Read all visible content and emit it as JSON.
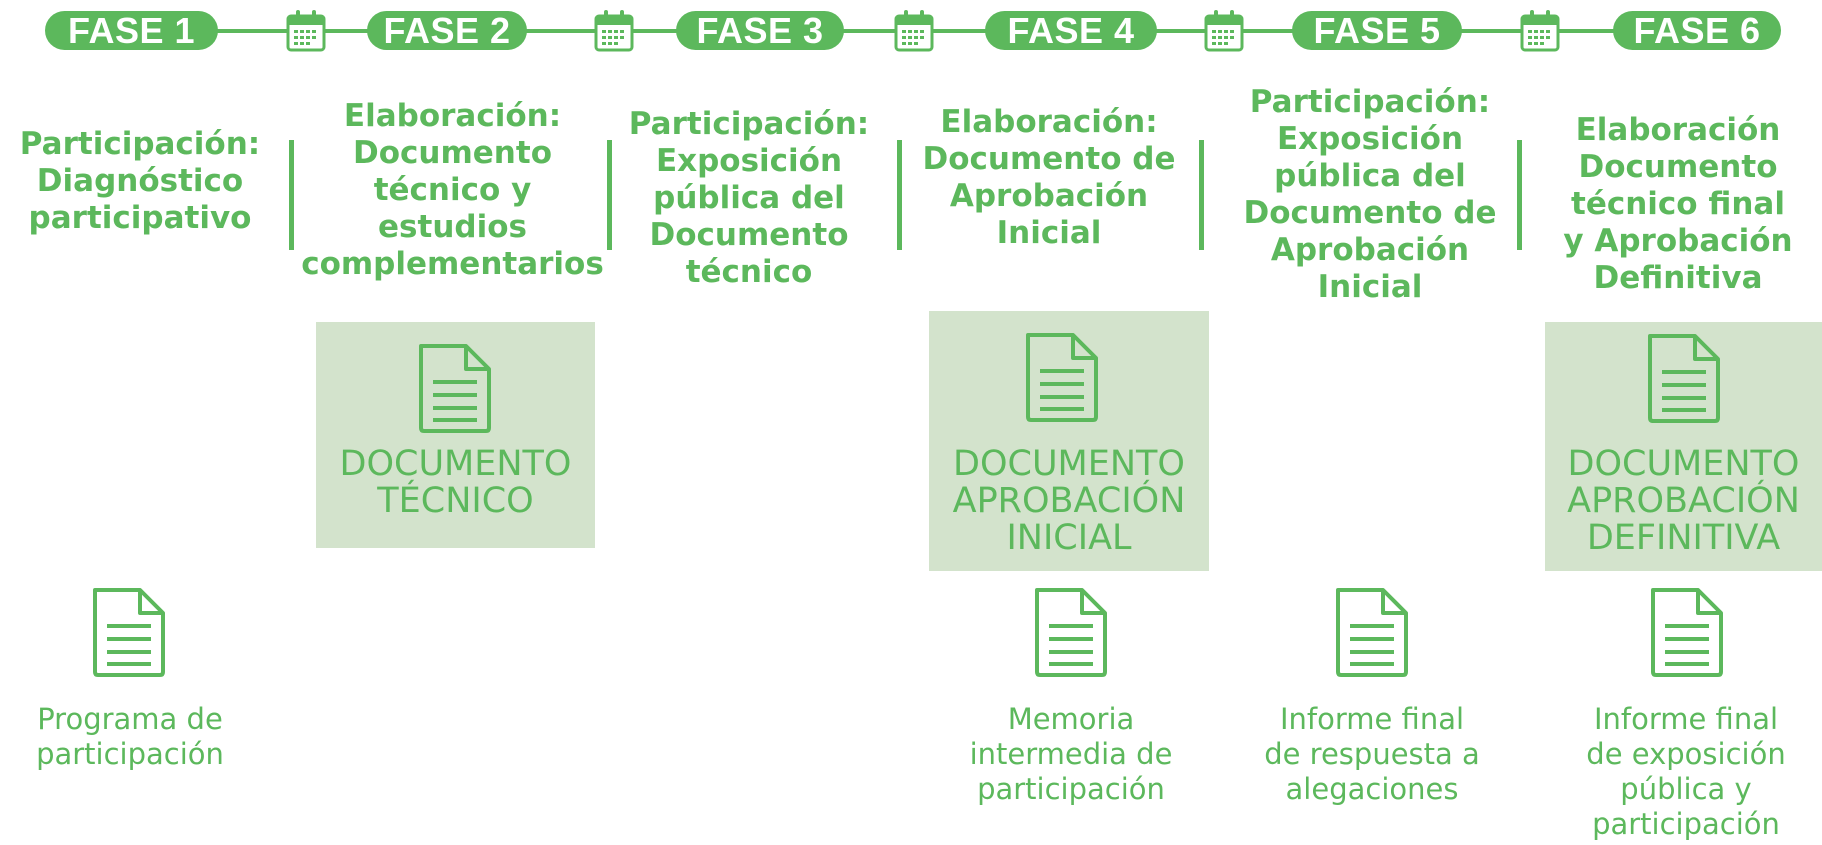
{
  "colors": {
    "accent": "#5cb85c",
    "box": "#d3e3cc",
    "background": "#ffffff"
  },
  "phases": [
    {
      "pill": "FASE 1",
      "title": [
        "Participación:",
        "Diagnóstico",
        "participativo"
      ]
    },
    {
      "pill": "FASE 2",
      "title": [
        "Elaboración:",
        "Documento",
        "técnico y",
        "estudios",
        "complementarios"
      ]
    },
    {
      "pill": "FASE 3",
      "title": [
        "Participación:",
        "Exposición",
        "pública del",
        "Documento",
        "técnico"
      ]
    },
    {
      "pill": "FASE 4",
      "title": [
        "Elaboración:",
        "Documento de",
        "Aprobación",
        "Inicial"
      ]
    },
    {
      "pill": "FASE 5",
      "title": [
        "Participación:",
        "Exposición",
        "pública del",
        "Documento de",
        "Aprobación",
        "Inicial"
      ]
    },
    {
      "pill": "FASE 6",
      "title": [
        "Elaboración",
        "Documento",
        "técnico final",
        "y Aprobación",
        "Definitiva"
      ]
    }
  ],
  "icons": {
    "timeline_separator": "calendar-icon",
    "document": "document-icon"
  },
  "doc_boxes": [
    {
      "label": [
        "DOCUMENTO",
        "TÉCNICO"
      ]
    },
    {
      "label": [
        "DOCUMENTO",
        "APROBACIÓN",
        "INICIAL"
      ]
    },
    {
      "label": [
        "DOCUMENTO",
        "APROBACIÓN",
        "DEFINITIVA"
      ]
    }
  ],
  "outputs": [
    {
      "label": [
        "Programa de",
        "participación"
      ]
    },
    {
      "label": [
        "Memoria",
        "intermedia de",
        "participación"
      ]
    },
    {
      "label": [
        "Informe final",
        "de respuesta a",
        "alegaciones"
      ]
    },
    {
      "label": [
        "Informe final",
        "de exposición",
        "pública y",
        "participación"
      ]
    }
  ]
}
